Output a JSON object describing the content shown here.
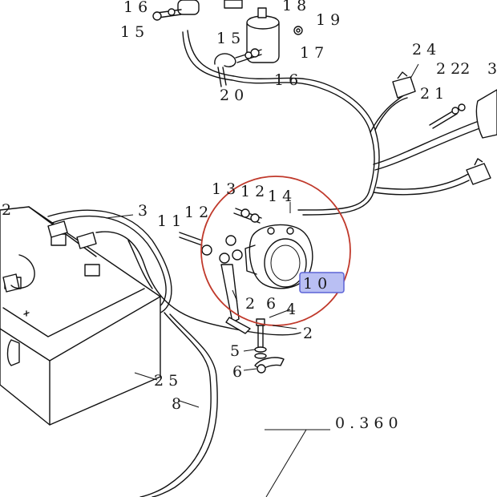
{
  "diagram": {
    "highlight_color": "#b9bff3",
    "circle_color": "#c0392b",
    "reference": "0 . 3 6 0",
    "callouts": {
      "c16": "1 6",
      "c15a": "1 5",
      "c18": "1 8",
      "c19": "1 9",
      "c15b": "1 5",
      "c17": "1 7",
      "c16b": "1 6",
      "c20": "2 0",
      "c24": "2 4",
      "c22": "2 22",
      "c3a": "3",
      "c21": "2 1",
      "c13": "1 3",
      "c12a": "1 2",
      "c14a": "1 4",
      "c3b": "3",
      "c11": "1 1",
      "c12b": "1 2",
      "c10": "1 0",
      "c2a": "2",
      "c6a": "6",
      "c4": "4",
      "c2b": "2",
      "c5": "5",
      "c6b": "6",
      "c25": "2 5",
      "c8": "8",
      "c2c": "2"
    }
  }
}
